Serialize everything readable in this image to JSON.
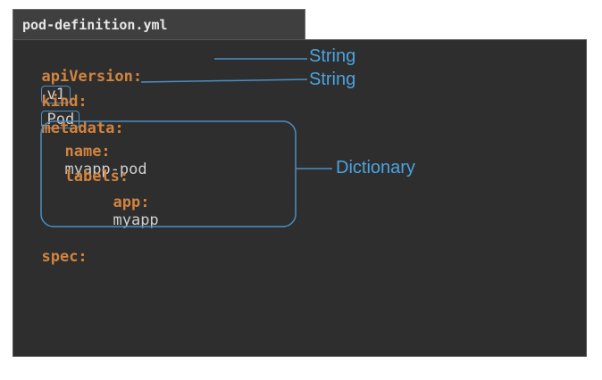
{
  "file_tab": {
    "title": "pod-definition.yml"
  },
  "yaml": {
    "api_version_key": "apiVersion:",
    "api_version_value": "v1",
    "kind_key": "kind:",
    "kind_value": "Pod",
    "metadata_key": "metadata:",
    "name_key": "name:",
    "name_value": "myapp-pod",
    "labels_key": "labels:",
    "app_key": "app:",
    "app_value": "myapp",
    "spec_key": "spec:"
  },
  "annotations": {
    "api_version_type": "String",
    "kind_type": "String",
    "metadata_type": "Dictionary"
  },
  "colors": {
    "key": "#d1843f",
    "value": "#cfcfcf",
    "annotation": "#4ca3e0",
    "editor_bg": "#2e2e2e"
  }
}
